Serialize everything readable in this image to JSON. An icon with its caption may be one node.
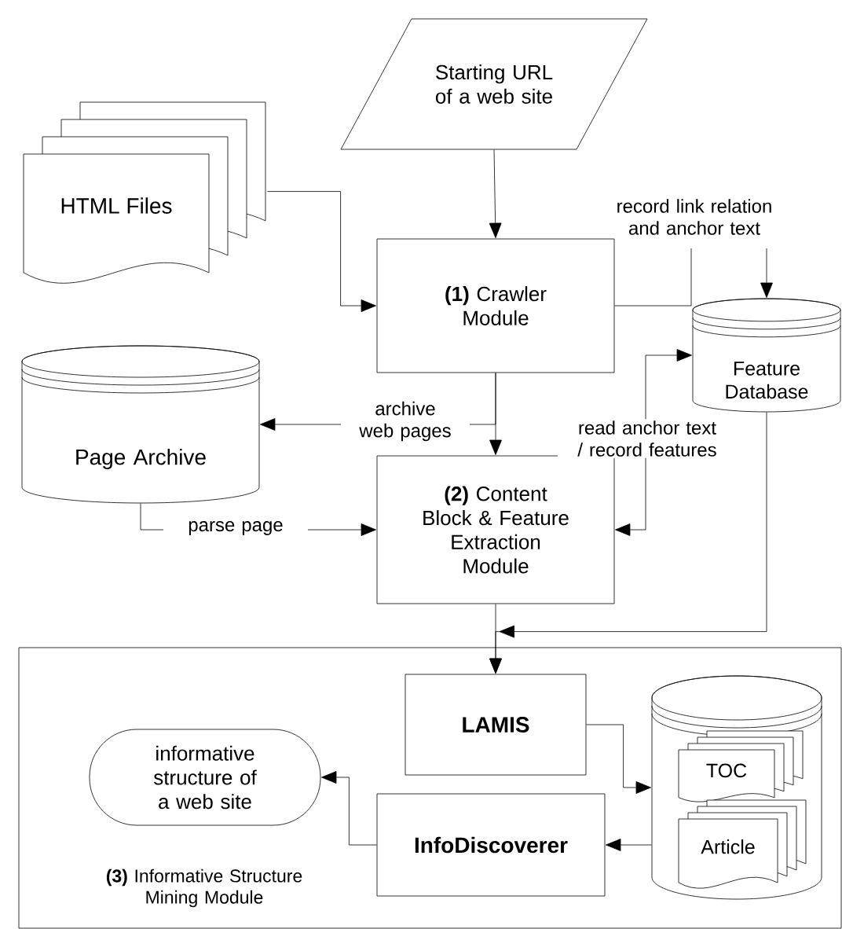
{
  "diagram": {
    "nodes": [
      {
        "text": [
          "Starting URL of a web site"
        ]
      },
      {
        "text": [
          "HTML Files"
        ]
      },
      {
        "text": [
          "**(1)** Crawler Module"
        ]
      },
      {
        "text": [
          "Feature Database"
        ]
      },
      {
        "text": [
          "Page Archive"
        ]
      },
      {
        "text": [
          "**(2)** Content Block & Feature Extraction Module"
        ]
      },
      {
        "text": [
          "**(3)** Informative Structure Mining Module"
        ]
      },
      {
        "text": [
          "LAMIS"
        ],
        "in": 6
      },
      {
        "text": [],
        "shape": "cylinder",
        "in": 6
      },
      {
        "text": [
          "TOC"
        ],
        "in": 8
      },
      {
        "text": [
          "Article"
        ],
        "in": 8
      },
      {
        "text": [
          "informative structure of a web site"
        ],
        "in": 6
      },
      {
        "text": [
          "InfoDiscoverer"
        ],
        "in": 6
      }
    ],
    "edges": [
      {
        "from": 0,
        "to": 2,
        "arrow": "to"
      },
      {
        "from": 1,
        "to": 2,
        "arrow": "to"
      },
      {
        "from": 2,
        "to": 3,
        "arrow": "to",
        "label": "record link relation and anchor text"
      },
      {
        "from": 2,
        "to": 5,
        "arrow": "to"
      },
      {
        "from": 2,
        "to": 4,
        "arrow": "to",
        "label": "archive web pages"
      },
      {
        "from": 5,
        "to": 3,
        "arrow": "both",
        "label": "read anchor text / record features"
      },
      {
        "from": 4,
        "to": 5,
        "arrow": "to",
        "label": "parse page"
      },
      {
        "from": 3,
        "to": 7,
        "arrow": "to"
      },
      {
        "from": 5,
        "to": 7,
        "arrow": "to"
      },
      {
        "from": 7,
        "to": 8,
        "arrow": "to"
      },
      {
        "from": 8,
        "to": 12,
        "arrow": "to"
      },
      {
        "from": 12,
        "to": 11,
        "arrow": "to"
      }
    ]
  }
}
